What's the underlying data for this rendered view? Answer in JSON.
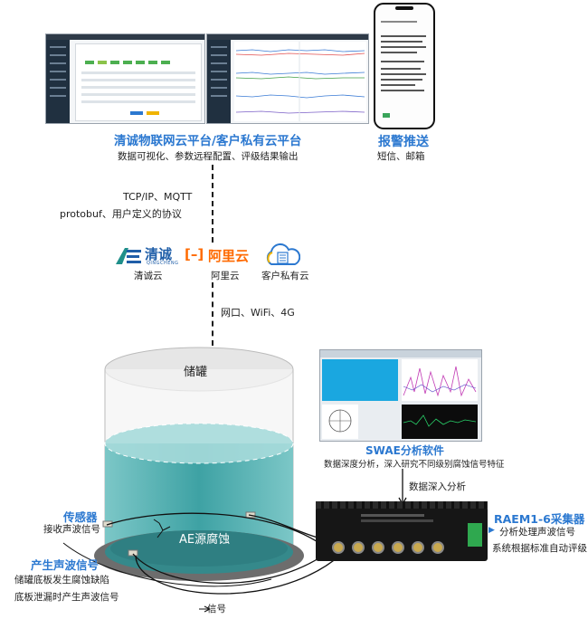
{
  "cloud_platform": {
    "title": "清诚物联网云平台/客户私有云平台",
    "subtitle": "数据可视化、参数远程配置、评级结果输出"
  },
  "alarm": {
    "title": "报警推送",
    "subtitle": "短信、邮箱"
  },
  "protocol": {
    "line1": "TCP/IP、MQTT",
    "line2": "protobuf、用户定义的协议"
  },
  "clouds": [
    {
      "name": "清诚云",
      "logo_text": "清诚",
      "logo_sub": "QINGCHENG",
      "logo_mark": "AE"
    },
    {
      "name": "阿里云",
      "logo_text": "阿里云",
      "logo_mark": "[-]"
    },
    {
      "name": "客户私有云"
    }
  ],
  "network": "网口、WiFi、4G",
  "tank": {
    "label": "储罐",
    "source_label": "AE源腐蚀"
  },
  "software": {
    "title": "SWAE分析软件",
    "subtitle": "数据深度分析，深入研究不同级别腐蚀信号特征"
  },
  "data_link": "数据深入分析",
  "device": {
    "title": "RAEM1-6采集器",
    "line1": "分析处理声波信号",
    "line2": "系统根据标准自动评级"
  },
  "sensor": {
    "title": "传感器",
    "subtitle": "接收声波信号"
  },
  "acoustic": {
    "title": "产生声波信号",
    "line1": "储罐底板发生腐蚀缺陷",
    "line2": "底板泄漏时产生声波信号"
  },
  "signal_label": "信号",
  "colors": {
    "accent_blue": "#2b78d0",
    "teal_water": "#2f9c9f",
    "aliyun_orange": "#ff6a00"
  }
}
